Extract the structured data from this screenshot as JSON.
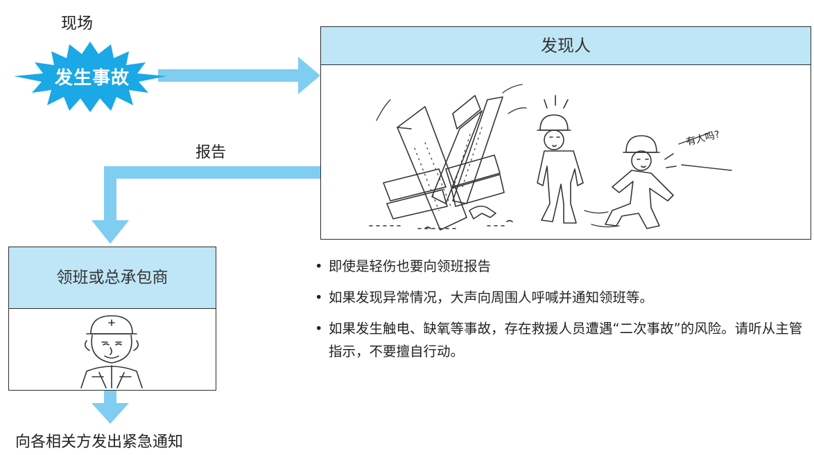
{
  "diagram": {
    "site_label": "现场",
    "accident_label": "发生事故",
    "report_label": "报告",
    "finder_box": {
      "title": "发现人",
      "speech_bubble": "有人吗?"
    },
    "leader_box": {
      "title": "领班或总承包商"
    },
    "notify_label": "向各相关方发出紧急通知",
    "bullets": [
      "即使是轻伤也要向领班报告",
      "如果发现异常情况，大声向周围人呼喊并通知领班等。",
      "如果发生触电、缺氧等事故，存在救援人员遭遇“二次事故”的风险。请听从主管指示，不要擅自行动。"
    ],
    "colors": {
      "arrow": "#7fcdf0",
      "burst": "#1aa8e6",
      "header_fill": "#bfe6f7"
    },
    "icons": [
      "starburst-icon",
      "collapsed-timber-illustration",
      "worker-running-illustration",
      "foreman-illustration"
    ]
  }
}
